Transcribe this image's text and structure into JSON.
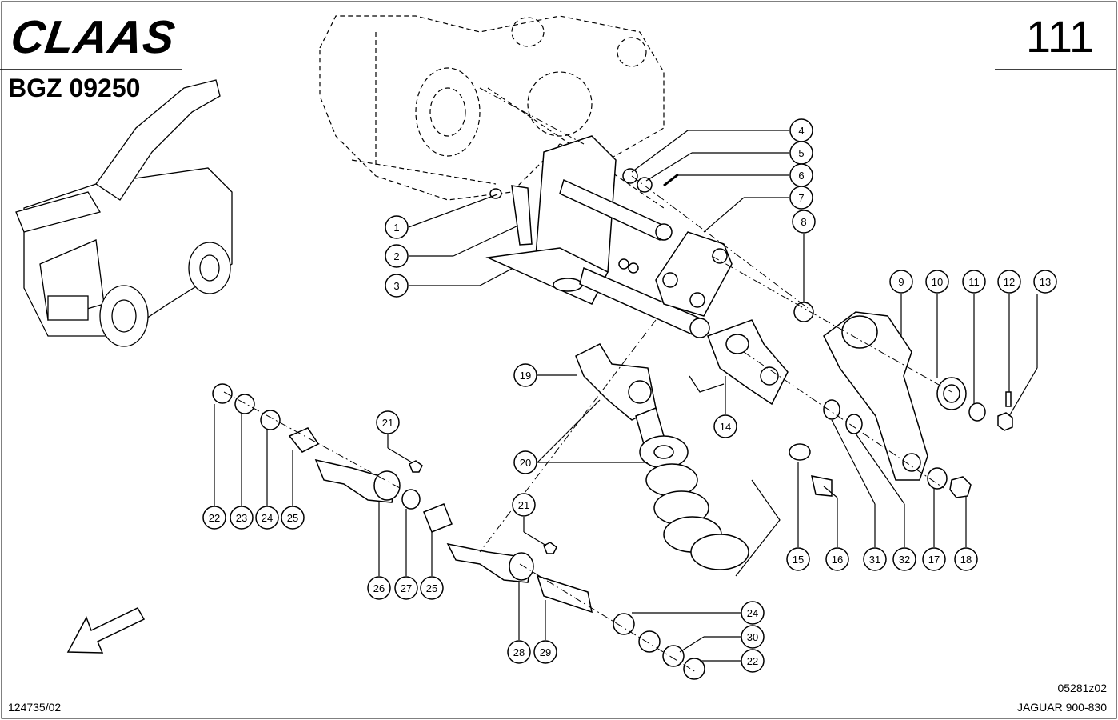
{
  "header": {
    "brand": "CLAAS",
    "group_code": "BGZ 09250",
    "page_number": "111"
  },
  "footer": {
    "document_number": "124735/02",
    "illustration_number": "05281z02",
    "model": "JAGUAR 900-830"
  },
  "callouts": [
    {
      "id": "c1",
      "label": "1"
    },
    {
      "id": "c2",
      "label": "2"
    },
    {
      "id": "c3",
      "label": "3"
    },
    {
      "id": "c4",
      "label": "4"
    },
    {
      "id": "c5",
      "label": "5"
    },
    {
      "id": "c6",
      "label": "6"
    },
    {
      "id": "c7",
      "label": "7"
    },
    {
      "id": "c8",
      "label": "8"
    },
    {
      "id": "c9",
      "label": "9"
    },
    {
      "id": "c10",
      "label": "10"
    },
    {
      "id": "c11",
      "label": "11"
    },
    {
      "id": "c12",
      "label": "12"
    },
    {
      "id": "c13",
      "label": "13"
    },
    {
      "id": "c14",
      "label": "14"
    },
    {
      "id": "c15",
      "label": "15"
    },
    {
      "id": "c16",
      "label": "16"
    },
    {
      "id": "c17",
      "label": "17"
    },
    {
      "id": "c18",
      "label": "18"
    },
    {
      "id": "c19",
      "label": "19"
    },
    {
      "id": "c20",
      "label": "20"
    },
    {
      "id": "c21a",
      "label": "21"
    },
    {
      "id": "c21b",
      "label": "21"
    },
    {
      "id": "c22a",
      "label": "22"
    },
    {
      "id": "c22b",
      "label": "22"
    },
    {
      "id": "c23",
      "label": "23"
    },
    {
      "id": "c24a",
      "label": "24"
    },
    {
      "id": "c24b",
      "label": "24"
    },
    {
      "id": "c25a",
      "label": "25"
    },
    {
      "id": "c25b",
      "label": "25"
    },
    {
      "id": "c26",
      "label": "26"
    },
    {
      "id": "c27",
      "label": "27"
    },
    {
      "id": "c28",
      "label": "28"
    },
    {
      "id": "c29",
      "label": "29"
    },
    {
      "id": "c30",
      "label": "30"
    },
    {
      "id": "c31",
      "label": "31"
    },
    {
      "id": "c32",
      "label": "32"
    }
  ]
}
